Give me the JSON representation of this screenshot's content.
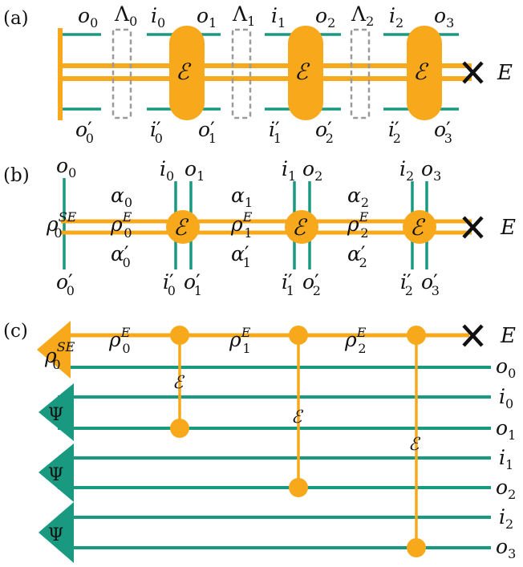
{
  "panels": {
    "a": "(a)",
    "b": "(b)",
    "c": "(c)"
  },
  "symbols": {
    "E": "E",
    "channel": "ℰ",
    "discard": "✕",
    "psi": "Ψ",
    "lambda": "Λ",
    "alpha": "α",
    "rho": "ρ",
    "prime": "′"
  },
  "subscripts": {
    "s0": "0",
    "s1": "1",
    "s2": "2",
    "s3": "3",
    "SE": "SE",
    "Esup": "E"
  },
  "wire_labels_c": [
    "o0",
    "i0",
    "o1",
    "i1",
    "o2",
    "i2",
    "o3"
  ],
  "colors": {
    "orange": "#F7A81B",
    "teal": "#1A9981",
    "dashed": "#9a9a9a",
    "text": "#111111"
  }
}
